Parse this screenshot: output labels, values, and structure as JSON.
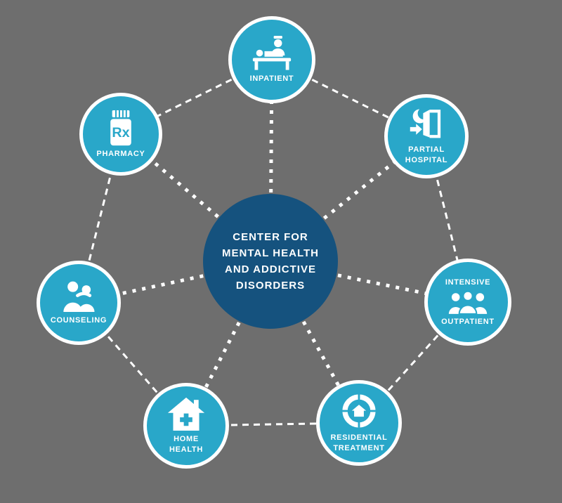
{
  "colors": {
    "background": "#6e6e6e",
    "node": "#29a7c9",
    "hub": "#15527e",
    "line": "#ffffff",
    "label": "#ffffff"
  },
  "hub": {
    "lines": [
      "CENTER FOR",
      "MENTAL HEALTH",
      "AND ADDICTIVE",
      "DISORDERS"
    ]
  },
  "nodes": [
    {
      "id": "inpatient",
      "icon": "hospital-bed-patient-icon",
      "lines": [
        "INPATIENT"
      ]
    },
    {
      "id": "partial-hospital",
      "icon": "door-with-moon-icon",
      "lines": [
        "PARTIAL",
        "HOSPITAL"
      ]
    },
    {
      "id": "intensive-outpatient",
      "icon": "people-group-icon",
      "label_top": "INTENSIVE",
      "label_bottom": "OUTPATIENT"
    },
    {
      "id": "residential-treatment",
      "icon": "lifebuoy-house-icon",
      "lines": [
        "RESIDENTIAL",
        "TREATMENT"
      ]
    },
    {
      "id": "home-health",
      "icon": "house-medical-cross-icon",
      "lines": [
        "HOME",
        "HEALTH"
      ]
    },
    {
      "id": "counseling",
      "icon": "two-people-counseling-icon",
      "lines": [
        "COUNSELING"
      ]
    },
    {
      "id": "pharmacy",
      "icon": "rx-pill-bottle-icon",
      "lines": [
        "PHARMACY"
      ],
      "icon_text": "Rx"
    }
  ],
  "connections": {
    "spokes_from_hub": [
      "inpatient",
      "partial-hospital",
      "intensive-outpatient",
      "residential-treatment",
      "home-health",
      "counseling",
      "pharmacy"
    ],
    "ring": [
      [
        "inpatient",
        "partial-hospital"
      ],
      [
        "partial-hospital",
        "intensive-outpatient"
      ],
      [
        "intensive-outpatient",
        "residential-treatment"
      ],
      [
        "residential-treatment",
        "home-health"
      ],
      [
        "home-health",
        "counseling"
      ],
      [
        "counseling",
        "pharmacy"
      ],
      [
        "pharmacy",
        "inpatient"
      ]
    ]
  }
}
